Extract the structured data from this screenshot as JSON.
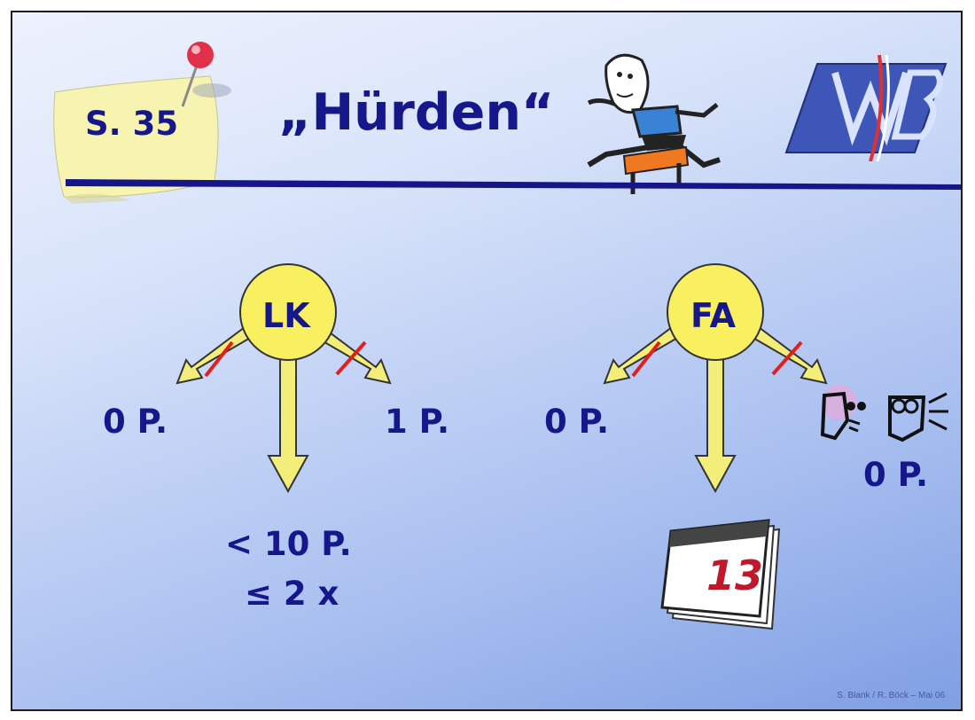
{
  "slide": {
    "page_ref": "S. 35",
    "title": "„Hürden“",
    "footer": "S. Blank / R. Böck – Mai 06",
    "logo_text": "WB"
  },
  "left_node": {
    "label": "LK",
    "left_result": "0 P.",
    "right_result": "1 P.",
    "down_result_line1": "< 10 P.",
    "down_result_line2": "≤ 2 x"
  },
  "right_node": {
    "label": "FA",
    "left_result": "0 P.",
    "right_result": "0 P.",
    "calendar_day": "13"
  },
  "colors": {
    "text": "#17178c",
    "node_fill": "#f8f060",
    "arrow_fill": "#f3ee7a",
    "strike": "#e02020",
    "note": "#f7f4b2"
  },
  "icons": [
    "pushpin-icon",
    "hurdle-runner-icon",
    "wb-logo-icon",
    "calendar-icon",
    "people-icon"
  ]
}
